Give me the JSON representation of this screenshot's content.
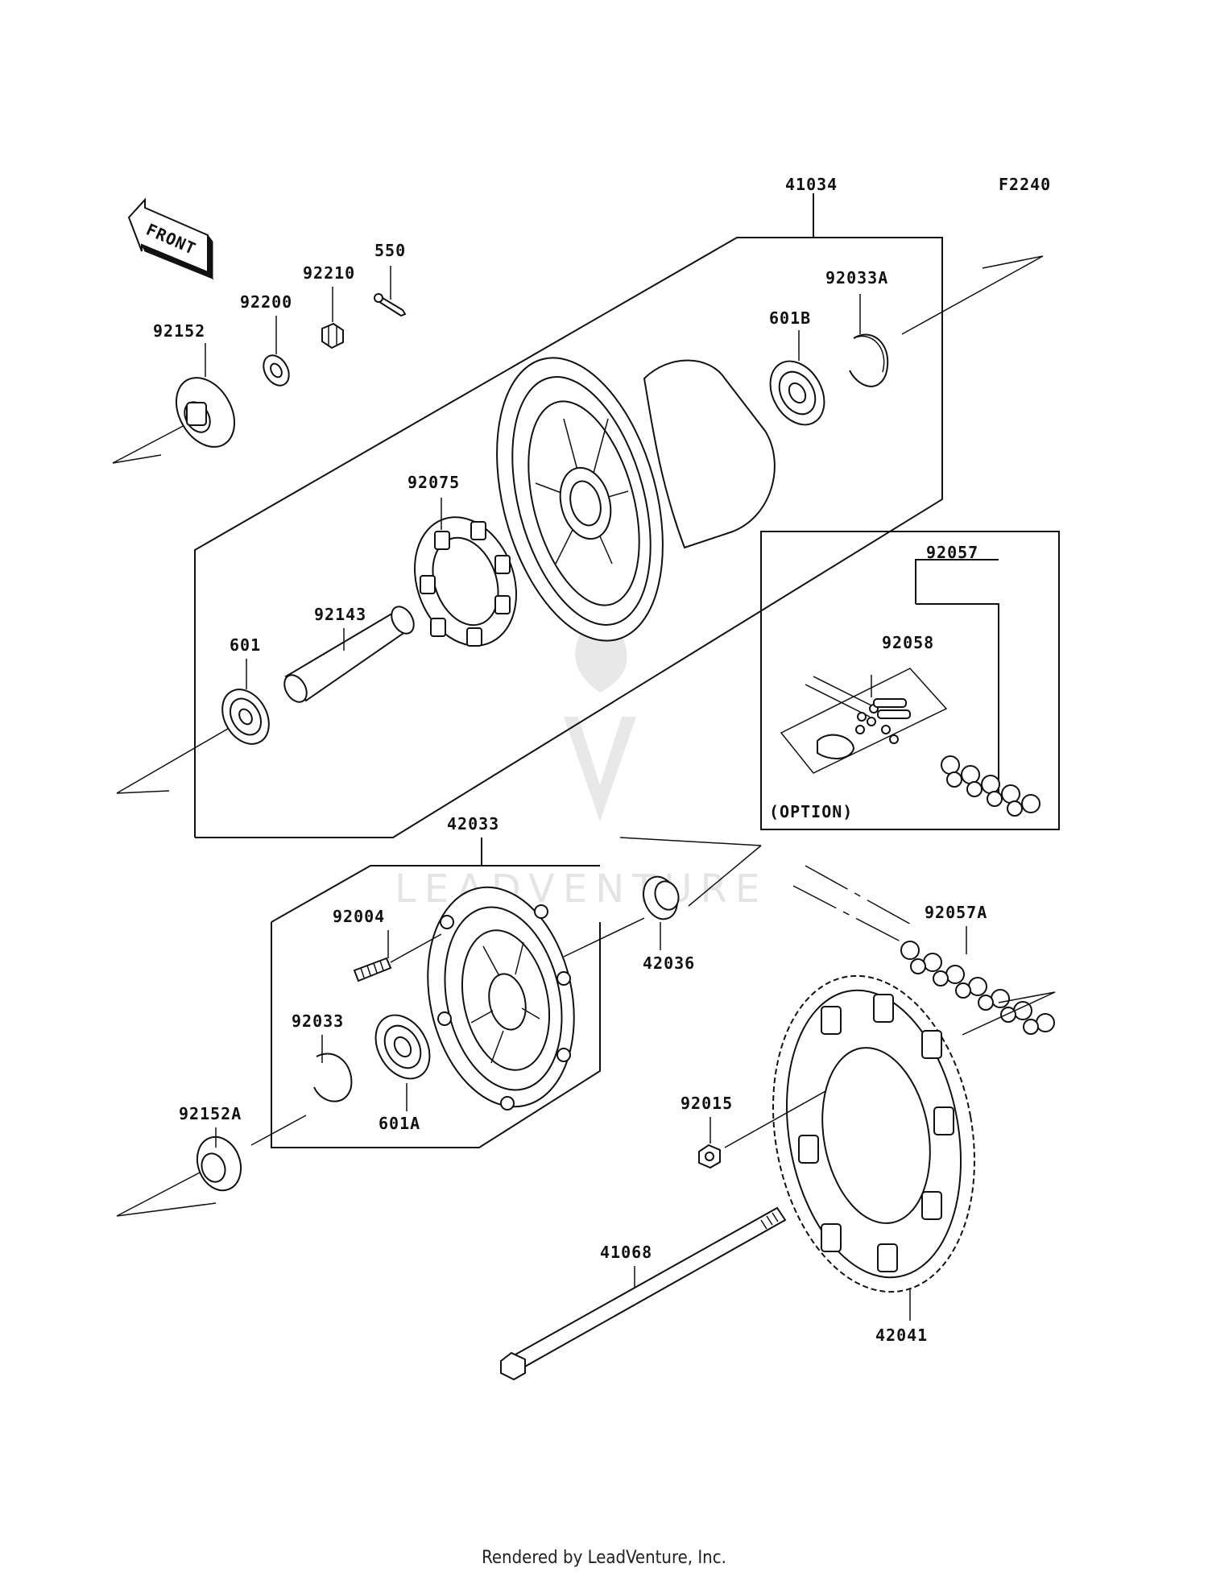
{
  "diagram_code": "F2240",
  "front_marker": "FRONT",
  "option_label": "(OPTION)",
  "watermark": "LEADVENTURE",
  "footer": "Rendered by LeadVenture, Inc.",
  "parts": {
    "p41034": "41034",
    "p92033A": "92033A",
    "p601B": "601B",
    "p550": "550",
    "p92210": "92210",
    "p92200": "92200",
    "p92152": "92152",
    "p92075": "92075",
    "p92143": "92143",
    "p601": "601",
    "p92057": "92057",
    "p92058": "92058",
    "p42033": "42033",
    "p92004": "92004",
    "p42036": "42036",
    "p92057A": "92057A",
    "p92033": "92033",
    "p92152A": "92152A",
    "p601A": "601A",
    "p92015": "92015",
    "p41068": "41068",
    "p42041": "42041"
  }
}
